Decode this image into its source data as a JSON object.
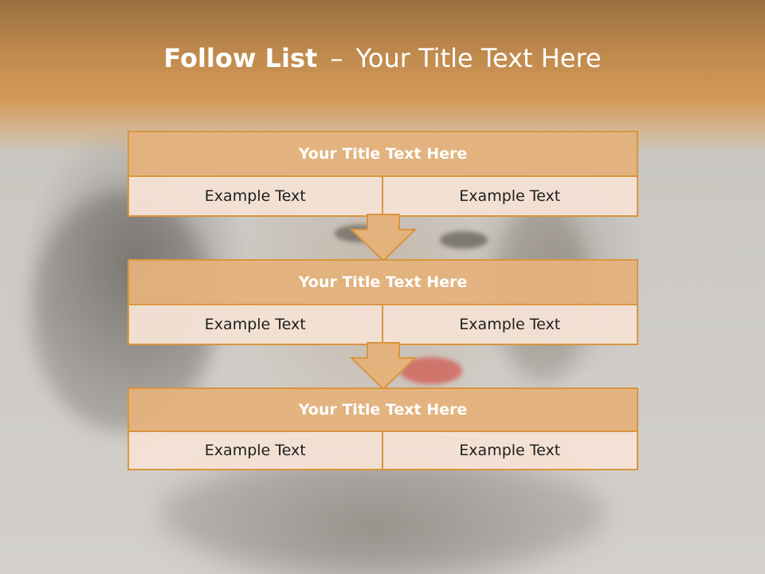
{
  "slide": {
    "title_bold": "Follow List",
    "title_separator": "–",
    "title_rest": "Your Title Text Here"
  },
  "blocks": [
    {
      "title": "Your Title Text Here",
      "left": "Example Text",
      "right": "Example Text"
    },
    {
      "title": "Your Title Text Here",
      "left": "Example Text",
      "right": "Example Text"
    },
    {
      "title": "Your Title Text Here",
      "left": "Example Text",
      "right": "Example Text"
    }
  ],
  "colors": {
    "banner": "#d49a58",
    "block_title_fill": "#e4b27c",
    "block_border": "#d9953f",
    "cell_fill": "#f3e1d4"
  },
  "icons": [
    "arrow-down-icon"
  ]
}
